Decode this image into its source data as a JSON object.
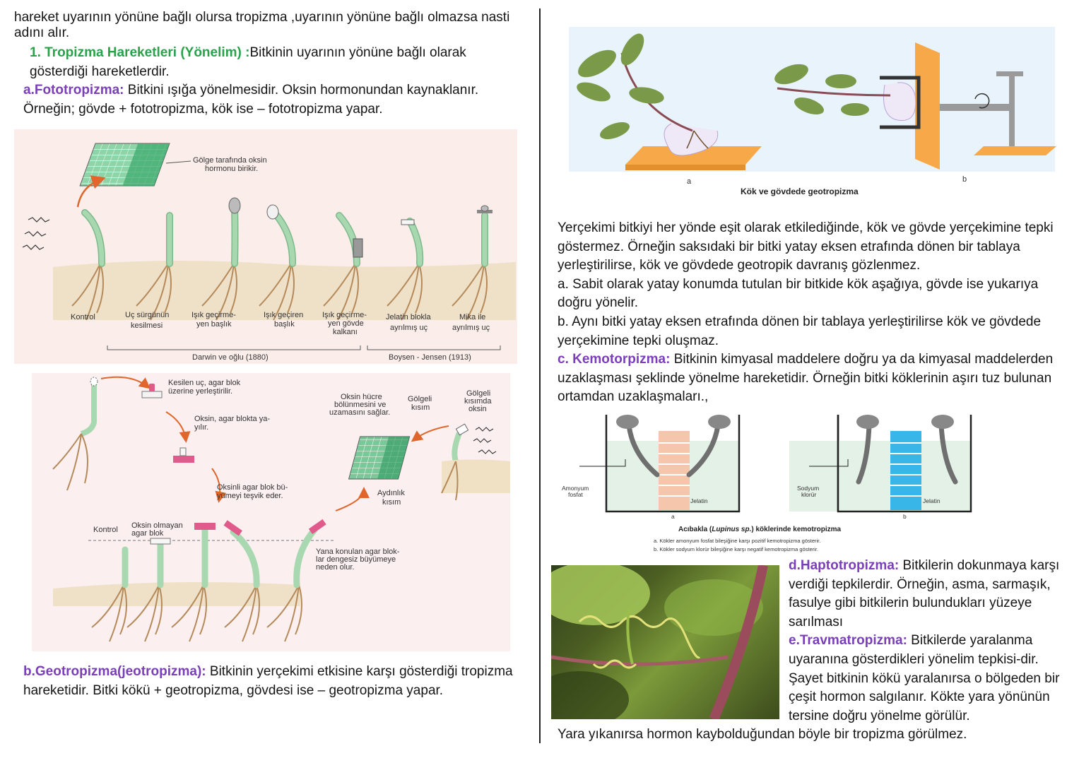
{
  "left": {
    "intro": "hareket uyarının yönüne bağlı olursa tropizma ,uyarının yönüne bağlı olmazsa nasti adını alır.",
    "tropism_heading": "1. Tropizma Hareketleri (Yönelim) :",
    "tropism_text": "Bitkinin uyarının yönüne bağlı olarak gösterdiği hareketlerdir.",
    "photo_heading": "a.Fototropizma:",
    "photo_text": " Bitkini ışığa yönelmesidir. Oksin hormonundan kaynaklanır. Örneğin; gövde + fototropizma, kök ise – fototropizma yapar.",
    "geo_heading": "b.Geotropizma(jeotropizma):",
    "geo_text": " Bitkinin yerçekimi etkisine karşı gösterdiği tropizma hareketidir. Bitki kökü + geotropizma, gövdesi ise – geotropizma yapar."
  },
  "fig1": {
    "callout": "Gölge tarafında oksin hormonu birikir.",
    "labels": [
      "Kontrol",
      "Uç sürgünün kesilmesi",
      "Işık geçirme- yen başlık",
      "Işık geçiren başlık",
      "Işık geçirme- yen gövde kalkanı",
      "Jelatin blokla ayrılmış uç",
      "Mika ile ayrılmış uç"
    ],
    "darwin": "Darwin ve oğlu (1880)",
    "boysen": "Boysen - Jensen (1913)"
  },
  "fig2": {
    "cut_tip": "Kesilen uç, agar blok üzerine yerleştirilir.",
    "auxin_passes": "Oksin, agar blokta ya- yılır.",
    "promotes": "Oksinli agar blok bü- yümeyi teşvik eder.",
    "control": "Kontrol",
    "no_auxin": "Oksin olmayan agar blok",
    "uneven": "Yana konulan agar blok- lar dengesiz büyümeye neden olur.",
    "cell_division": "Oksin hücre bölünmesini ve uzamasını sağlar.",
    "shade_side": "Gölgeli kısım",
    "shade_auxin": "Gölgeli kısımda oksin",
    "light_side": "Aydınlık kısım"
  },
  "fig3": {
    "label_a": "a",
    "label_b": "b",
    "caption": "Kök ve gövdede geotropizma"
  },
  "right": {
    "para1": "Yerçekimi bitkiyi her yönde eşit olarak etkilediğinde, kök ve gövde yerçekimine tepki göstermez. Örneğin saksıdaki bir bitki yatay eksen etrafında dönen bir tablaya yerleştirilirse, kök ve gövdede geotropik davranış gözlenmez.",
    "para2": "a. Sabit olarak yatay konumda tutulan bir bitkide kök aşağıya, gövde ise yukarıya doğru yönelir.",
    "para3": "b. Aynı bitki yatay eksen etrafında dönen bir tablaya yerleştirilirse kök ve gövdede yerçekimine tepki oluşmaz.",
    "chemo_heading": "c. Kemotorpizma:",
    "chemo_text": " Bitkinin kimyasal maddelere doğru ya da kimyasal maddelerden uzaklaşması şeklinde yönelme hareketidir. Örneğin bitki köklerinin aşırı tuz bulunan ortamdan uzaklaşmaları.,",
    "hapto_heading": "d.Haptotropizma:",
    "hapto_text": " Bitkilerin dokunmaya karşı verdiği tepkilerdir. Örneğin, asma, sarmaşık, fasulye gibi bitkilerin bulundukları yüzeye sarılması",
    "trauma_heading": "e.Travmatropizma:",
    "trauma_text": " Bitkilerde yaralanma uyaranına gösterdikleri yönelim tepkisi-dir. Şayet bitkinin kökü yaralanırsa o bölgeden bir çeşit hormon salgılanır. Kökte yara yönünün tersine doğru yönelme görülür.",
    "wound_text": "Yara yıkanırsa hormon kaybolduğundan böyle bir tropizma görülmez."
  },
  "fig4": {
    "left_chem": "Amonyum fosfat",
    "right_chem": "Sodyum klorür",
    "gel": "Jelatin",
    "label_a": "a",
    "label_b": "b",
    "caption_pre": "Acıbakla (",
    "caption_species": "Lupinus sp.",
    "caption_post": ") köklerinde kemotropizma",
    "note_a": "a.  Kökler amonyum fosfat bileşiğine karşı pozitif kemotropizma gösterir.",
    "note_b": "b.  Kökler sodyum klorür bileşiğine karşı negatif kemotropizma gösterir."
  },
  "colors": {
    "green_heading": "#2aa24a",
    "purple_heading": "#7a3fb8",
    "stem": "#a8d8b0",
    "root": "#b58a5a",
    "soil": "#ecdcc3",
    "arrow": "#e0662c",
    "tray": "#f7a94a",
    "agar": "#e05a8c"
  }
}
